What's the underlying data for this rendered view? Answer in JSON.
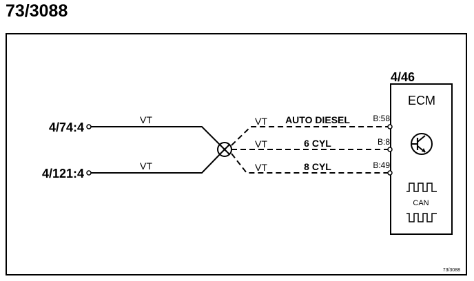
{
  "diagram": {
    "title": "73/3088",
    "ref_code": "73/3088",
    "inputs": [
      {
        "id": "4/74:4",
        "wire_color": "VT"
      },
      {
        "id": "4/121:4",
        "wire_color": "VT"
      }
    ],
    "outputs": [
      {
        "wire_color": "VT",
        "function": "AUTO DIESEL",
        "pin": "B:58"
      },
      {
        "wire_color": "VT",
        "function": "6 CYL",
        "pin": "B:8"
      },
      {
        "wire_color": "VT",
        "function": "8 CYL",
        "pin": "B:49"
      }
    ],
    "module": {
      "id": "4/46",
      "name": "ECM",
      "bus_label": "CAN",
      "icons": [
        "transistor-icon",
        "square-wave-icon",
        "inverted-square-wave-icon"
      ]
    }
  }
}
